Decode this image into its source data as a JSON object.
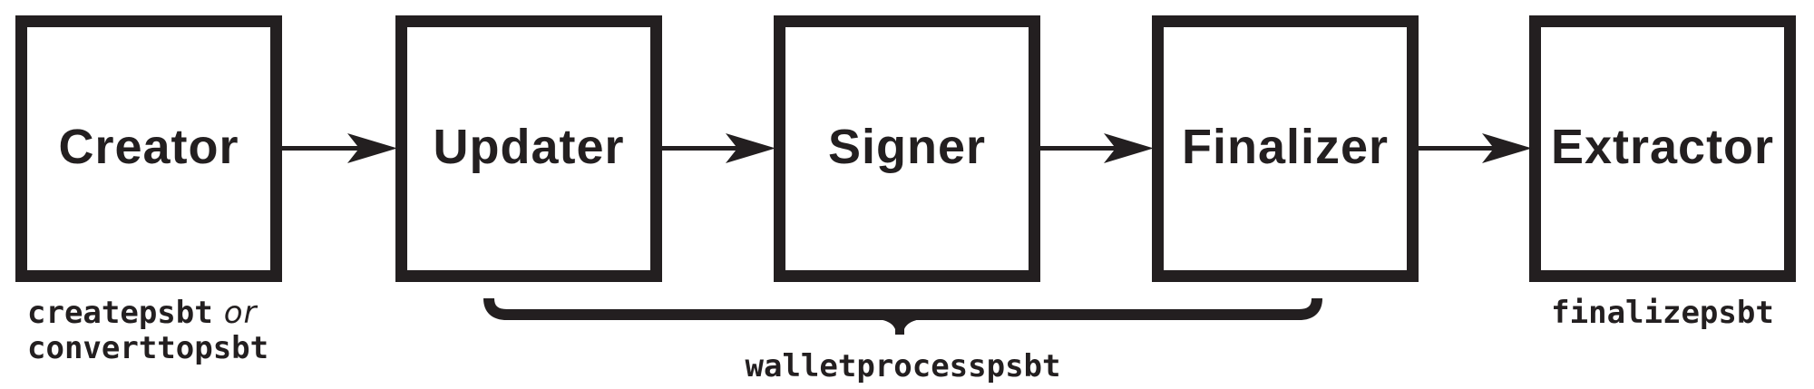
{
  "diagram": {
    "ink_color": "#231f20",
    "background_color": "#ffffff",
    "stages": [
      {
        "label": "Creator"
      },
      {
        "label": "Updater"
      },
      {
        "label": "Signer"
      },
      {
        "label": "Finalizer"
      },
      {
        "label": "Extractor"
      }
    ],
    "captions": {
      "creator_code_primary": "createpsbt",
      "creator_conjunction": "or",
      "creator_code_secondary": "converttopsbt",
      "group_label": "walletprocesspsbt",
      "extractor_code": "finalizepsbt"
    },
    "icons": [
      "arrow-right-icon",
      "underbrace-icon"
    ]
  }
}
